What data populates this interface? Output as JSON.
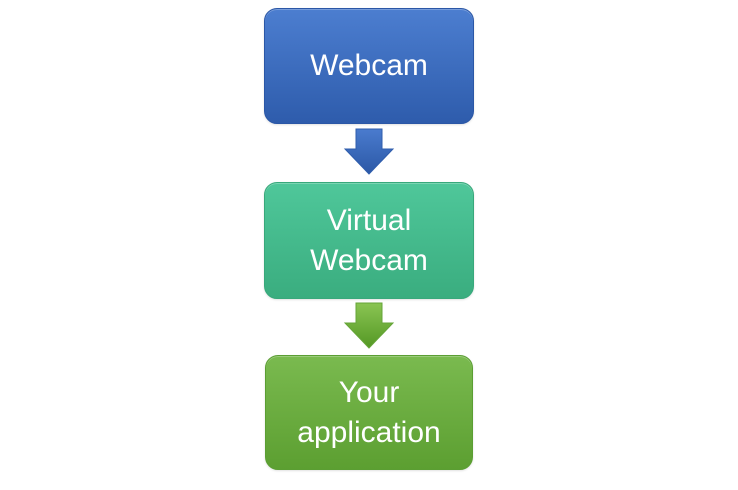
{
  "diagram": {
    "type": "flowchart",
    "background_color": "#ffffff",
    "text_color": "#ffffff",
    "nodes": [
      {
        "id": "webcam",
        "label": "Webcam",
        "fill_top": "#4c7ed0",
        "fill_bottom": "#2e5cac",
        "border_color": "#2b57a6"
      },
      {
        "id": "virtual-webcam",
        "label": "Virtual Webcam",
        "fill_top": "#4fc79a",
        "fill_bottom": "#3aad7f",
        "border_color": "#38a87b"
      },
      {
        "id": "your-application",
        "label": "Your application",
        "fill_top": "#7aba4f",
        "fill_bottom": "#5c9f31",
        "border_color": "#5b9e33"
      }
    ],
    "connectors": [
      {
        "from": "webcam",
        "to": "virtual-webcam",
        "direction": "down",
        "fill_top": "#4a7bce",
        "fill_bottom": "#2b58a6"
      },
      {
        "from": "virtual-webcam",
        "to": "your-application",
        "direction": "down",
        "fill_top": "#8ac553",
        "fill_bottom": "#549824"
      }
    ]
  }
}
